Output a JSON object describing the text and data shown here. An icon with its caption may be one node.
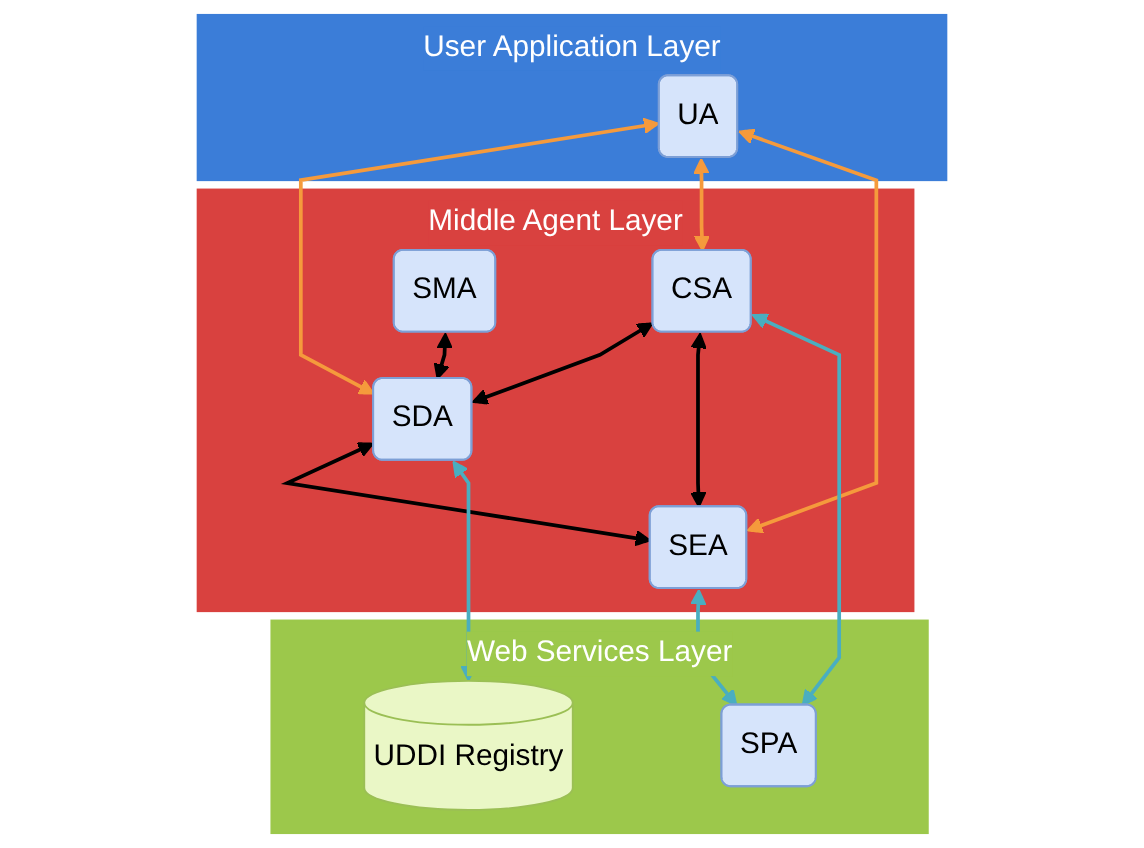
{
  "diagram": {
    "nodes": [
      {
        "text": [
          "User Application Layer"
        ]
      },
      {
        "text": [
          "UA"
        ],
        "in": 0
      },
      {
        "text": [
          "Middle Agent Layer"
        ]
      },
      {
        "text": [
          "CSA"
        ],
        "in": 2
      },
      {
        "text": [
          "SMA"
        ],
        "in": 2
      },
      {
        "text": [
          "SDA"
        ],
        "in": 2
      },
      {
        "text": [
          "SEA"
        ],
        "in": 2
      },
      {
        "text": [
          "Web Services Layer"
        ]
      },
      {
        "text": [
          "UDDI Registry"
        ],
        "in": 7
      },
      {
        "text": [
          "SPA"
        ],
        "in": 7
      }
    ],
    "edges": [
      {
        "from": 1,
        "to": 5,
        "arrow": "both",
        "color": "#f59a3c"
      },
      {
        "from": 1,
        "to": 3,
        "arrow": "both",
        "color": "#f59a3c"
      },
      {
        "from": 1,
        "to": 6,
        "arrow": "both",
        "color": "#f59a3c"
      },
      {
        "from": 3,
        "to": 5,
        "arrow": "both"
      },
      {
        "from": 3,
        "to": 6,
        "arrow": "both"
      },
      {
        "from": 4,
        "to": 5,
        "arrow": "both"
      },
      {
        "from": 5,
        "to": 6,
        "arrow": "both"
      },
      {
        "from": 5,
        "to": 8,
        "arrow": "both",
        "color": "#4aaec0"
      },
      {
        "from": 3,
        "to": 9,
        "arrow": "both",
        "color": "#4aaec0"
      },
      {
        "from": 6,
        "to": 9,
        "arrow": "both",
        "color": "#4aaec0"
      }
    ]
  }
}
